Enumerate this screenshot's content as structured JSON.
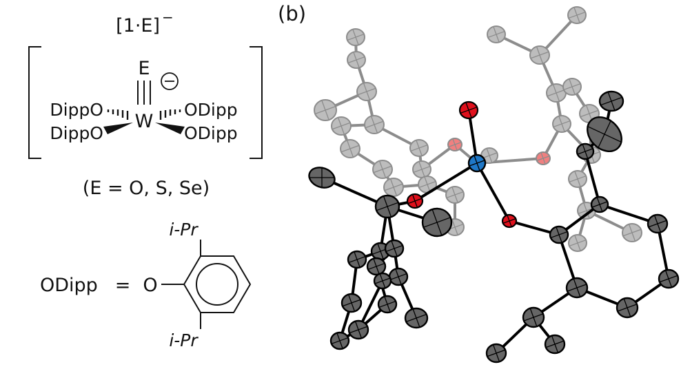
{
  "panel_b_label": "(b)",
  "complex": {
    "formula_main": "[1·E]",
    "formula_charge": "−",
    "center_atom": "W",
    "apical_atom": "E",
    "charge_symbol": "⊖",
    "ligand_top_left": "DippO",
    "ligand_bottom_left": "DippO",
    "ligand_top_right": "ODipp",
    "ligand_bottom_right": "ODipp",
    "condition": "(E = O, S, Se)"
  },
  "ligand_def": {
    "lhs": "ODipp",
    "equals": "=",
    "oxygen": "O",
    "substituent_top": "i-Pr",
    "substituent_bottom": "i-Pr"
  },
  "colors": {
    "tungsten": "#1f78c8",
    "oxygen": "#e0101c",
    "oxygen_back": "#f08080",
    "carbon_front": "#666666",
    "carbon_back": "#bdbdbd",
    "bond_front": "#000000",
    "bond_back": "#8c8c8c"
  }
}
